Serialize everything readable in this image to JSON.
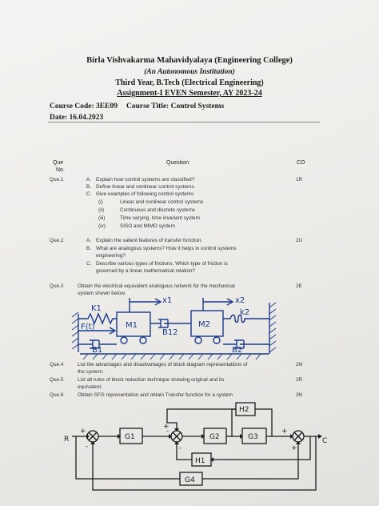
{
  "header": {
    "institution": "Birla Vishvakarma Mahavidyalaya (Engineering College)",
    "subtitle": "(An Autonomous Institution)",
    "program": "Third Year, B.Tech (Electrical Engineering)",
    "assignment": "Assignment-I EVEN Semester, AY 2023-24"
  },
  "meta": {
    "course_code": "Course Code: 3EE09",
    "course_title": "Course Title: Control Systems",
    "date": "Date: 16.04.2023"
  },
  "table": {
    "col_que": "Que",
    "col_no": "No.",
    "col_question": "Question",
    "col_co": "CO"
  },
  "questions": [
    {
      "number": "Que.1",
      "co": "1R",
      "lines": [
        {
          "label": "A.",
          "text": "Explain how control systems are classified?"
        },
        {
          "label": "B.",
          "text": "Define linear and nonlinear control systems."
        },
        {
          "label": "C.",
          "text": "Give examples of following control systems"
        },
        {
          "label": "(i)",
          "text": "Linear and nonlinear control systems"
        },
        {
          "label": "(ii)",
          "text": "Continuous and discrete systems"
        },
        {
          "label": "(iii)",
          "text": "Time varying, time invariant system"
        },
        {
          "label": "(iv)",
          "text": "SISO and MIMO system"
        }
      ]
    },
    {
      "number": "Que.2",
      "co": "2U",
      "lines": [
        {
          "label": "A.",
          "text": "Explain the salient features of transfer function."
        },
        {
          "label": "B.",
          "text": "What are analogous systems? How it helps in control systems"
        },
        {
          "label": "",
          "text": "engineering?"
        },
        {
          "label": "C.",
          "text": "Describe various types of frictions. Which type of friction is"
        },
        {
          "label": "",
          "text": "governed by a linear mathematical relation?"
        }
      ]
    },
    {
      "number": "Que.3",
      "co": "2E",
      "lines": [
        {
          "label": "",
          "text": "Obtain the electrical equivalent analogous network for the mechanical"
        },
        {
          "label": "",
          "text": "system shown below."
        }
      ]
    },
    {
      "number": "Que.4",
      "co": "2N",
      "lines": [
        {
          "label": "",
          "text": "List the advantages and disadvantages of block diagram representations of"
        },
        {
          "label": "",
          "text": "the system."
        }
      ]
    },
    {
      "number": "Que.5",
      "co": "2R",
      "lines": [
        {
          "label": "",
          "text": "List all rules of block reduction technique showing original and its"
        },
        {
          "label": "",
          "text": "equivalent."
        }
      ]
    },
    {
      "number": "Que.6",
      "co": "3N",
      "lines": [
        {
          "label": "",
          "text": "Obtain SFG representation and obtain Transfer function for a system"
        }
      ]
    }
  ],
  "mechanical_diagram": {
    "x1": "x1",
    "x2": "x2",
    "k1": "K1",
    "k2": "k2",
    "m1": "M1",
    "m2": "M2",
    "f": "F(t)",
    "b1": "B1",
    "b12": "B12",
    "b2": "B2"
  },
  "block_diagram": {
    "r": "R",
    "c": "C",
    "g1": "G1",
    "g2": "G2",
    "g3": "G3",
    "g4": "G4",
    "h1": "H1",
    "h2": "H2",
    "plus": "+",
    "minus": "-"
  }
}
